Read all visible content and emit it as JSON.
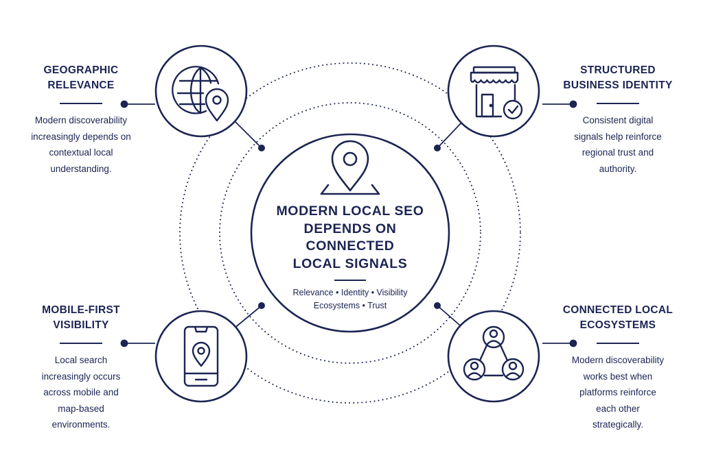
{
  "center": {
    "title_lines": [
      "MODERN LOCAL SEO",
      "DEPENDS ON",
      "CONNECTED",
      "LOCAL SIGNALS"
    ],
    "subtitle_lines": [
      "Relevance • Identity • Visibility",
      "Ecosystems • Trust"
    ],
    "icon": "map-pin-icon"
  },
  "nodes": {
    "geographic": {
      "title_lines": [
        "GEOGRAPHIC",
        "RELEVANCE"
      ],
      "desc_lines": [
        "Modern discoverability",
        "increasingly depends on",
        "contextual local",
        "understanding."
      ],
      "icon": "globe-pin-icon"
    },
    "structured": {
      "title_lines": [
        "STRUCTURED",
        "BUSINESS IDENTITY"
      ],
      "desc_lines": [
        "Consistent digital",
        "signals help reinforce",
        "regional trust and",
        "authority."
      ],
      "icon": "storefront-check-icon"
    },
    "mobile": {
      "title_lines": [
        "MOBILE-FIRST",
        "VISIBILITY"
      ],
      "desc_lines": [
        "Local search",
        "increasingly occurs",
        "across mobile and",
        "map-based",
        "environments."
      ],
      "icon": "smartphone-pin-icon"
    },
    "ecosystems": {
      "title_lines": [
        "CONNECTED LOCAL",
        "ECOSYSTEMS"
      ],
      "desc_lines": [
        "Modern discoverability",
        "works best when",
        "platforms reinforce",
        "each other",
        "strategically."
      ],
      "icon": "connected-people-icon"
    }
  },
  "colors": {
    "primary": "#1b2452",
    "background": "#ffffff"
  }
}
